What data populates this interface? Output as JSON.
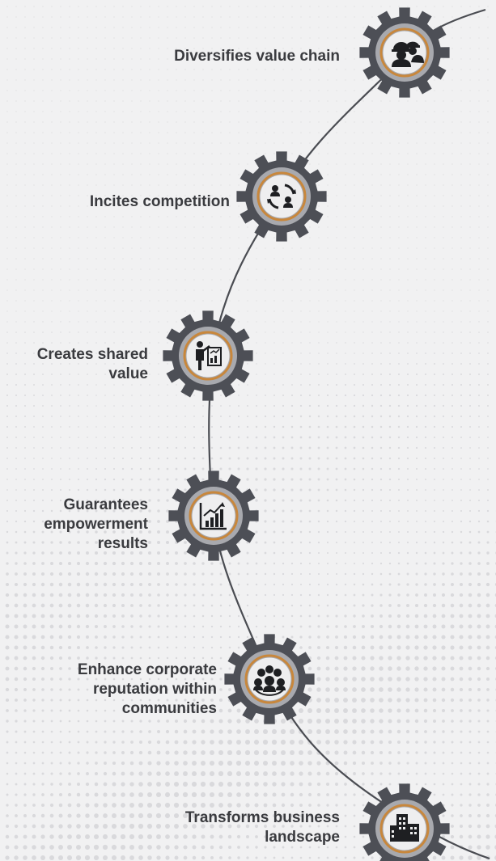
{
  "colors": {
    "background": "#f1f1f2",
    "dot_pattern": "#d9d9dc",
    "curve": "#4a4c52",
    "gear": "#4d4f56",
    "gear_ring": "#a8a9ae",
    "accent_ring": "#c8873c",
    "icon_disc": "#eeeeef",
    "icon": "#1e1f22",
    "label_text": "#3a3b3f"
  },
  "steps": [
    {
      "label": [
        "Diversifies value chain"
      ],
      "icon": "workers-hardhat-icon"
    },
    {
      "label": [
        "Incites competition"
      ],
      "icon": "people-cycle-icon"
    },
    {
      "label": [
        "Creates shared",
        "value"
      ],
      "icon": "presenter-chart-icon"
    },
    {
      "label": [
        "Guarantees",
        "empowerment",
        "results"
      ],
      "icon": "growth-chart-icon"
    },
    {
      "label": [
        "Enhance corporate",
        "reputation within",
        "communities"
      ],
      "icon": "community-group-icon"
    },
    {
      "label": [
        "Transforms business",
        "landscape"
      ],
      "icon": "office-buildings-icon"
    }
  ]
}
